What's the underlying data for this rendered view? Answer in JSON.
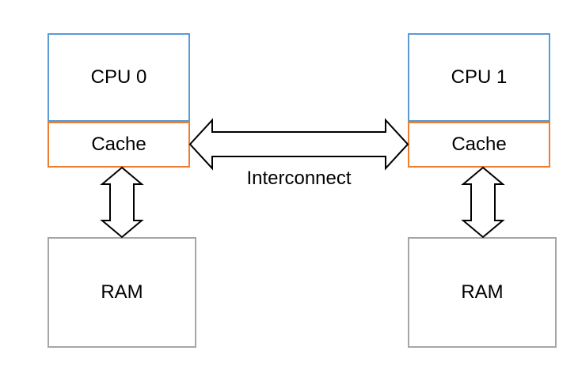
{
  "diagram": {
    "type": "multiprocessor-architecture",
    "left_group": {
      "cpu_label": "CPU 0",
      "cache_label": "Cache",
      "ram_label": "RAM"
    },
    "right_group": {
      "cpu_label": "CPU 1",
      "cache_label": "Cache",
      "ram_label": "RAM"
    },
    "interconnect": {
      "label": "Interconnect",
      "arrow_type": "double-headed-horizontal"
    },
    "memory_links": {
      "arrow_type": "double-headed-vertical",
      "count": 2
    },
    "colors": {
      "cpu_border": "#5B9BD5",
      "cache_border": "#ED7D31",
      "ram_border": "#A6A6A6",
      "arrow_stroke": "#000000",
      "arrow_fill": "#FFFFFF",
      "text": "#000000",
      "background": "#FFFFFF"
    }
  }
}
